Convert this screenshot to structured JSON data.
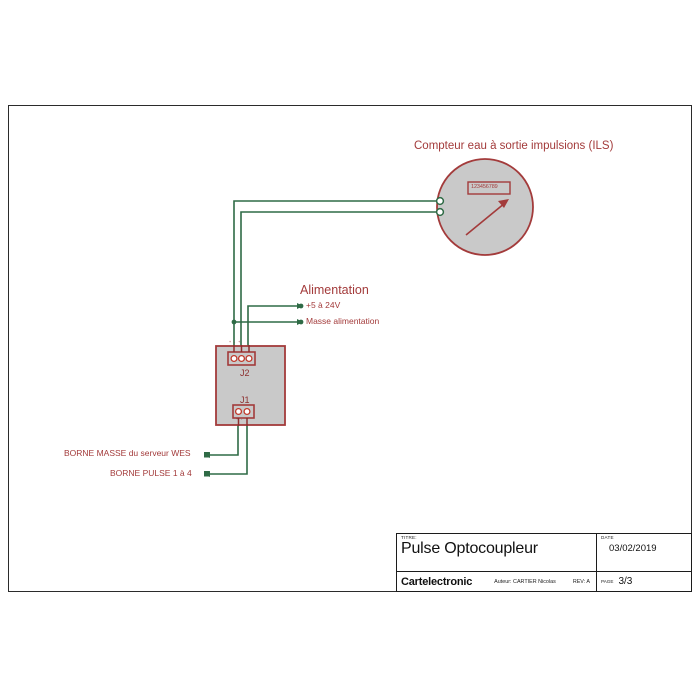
{
  "document": {
    "frame": {
      "present": true
    },
    "colors": {
      "wire": "#2f6b46",
      "component_outline": "#a33b3b",
      "component_fill": "#c9c9c9",
      "label_text": "#a33b3b",
      "frame": "#2b2b2b",
      "title_text": "#111111"
    }
  },
  "diagram": {
    "meter": {
      "title": "Compteur eau à sortie impulsions (ILS)",
      "register_value": "123456789",
      "terminals": [
        "terminal-upper",
        "terminal-lower"
      ],
      "needle": "needle-indicator"
    },
    "power": {
      "heading": "Alimentation",
      "lines": [
        {
          "label": "+5 à 24V"
        },
        {
          "label": "Masse alimentation"
        }
      ]
    },
    "board": {
      "connectors": [
        {
          "name": "J2",
          "pins": 3,
          "pin_marks": "+-+"
        },
        {
          "name": "J1",
          "pins": 2,
          "pin_marks": "+-"
        }
      ]
    },
    "terminals_left": [
      {
        "label": "BORNE MASSE du serveur WES"
      },
      {
        "label": "BORNE PULSE 1 à 4"
      }
    ]
  },
  "titleblock": {
    "title_caption": "TITRE:",
    "title_value": "Pulse Optocoupleur",
    "date_caption": "DATE",
    "date_value": "03/02/2019",
    "brand": "Cartelectronic",
    "author": "Auteur: CARTIER Nicolas",
    "rev": "REV: A",
    "page_caption": "PAGE",
    "page_value": "3/3"
  }
}
